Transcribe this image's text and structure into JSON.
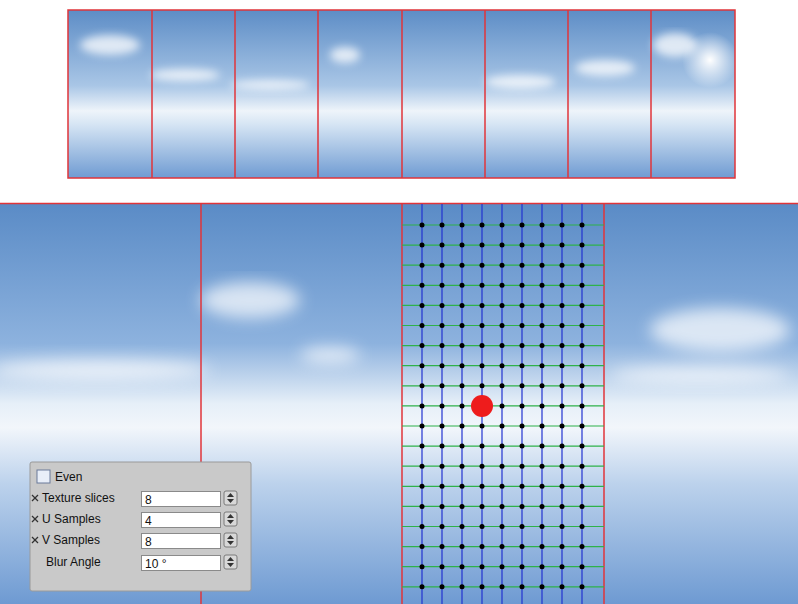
{
  "diagram": {
    "nodes": [
      {
        "text": [
          "8"
        ]
      },
      {
        "text": [
          "4"
        ]
      },
      {
        "text": [
          "8"
        ]
      },
      {
        "text": [
          "10 °"
        ]
      }
    ],
    "labels": [
      "Even",
      "Texture slices",
      "U Samples",
      "V Samples",
      "Blur Angle"
    ]
  }
}
